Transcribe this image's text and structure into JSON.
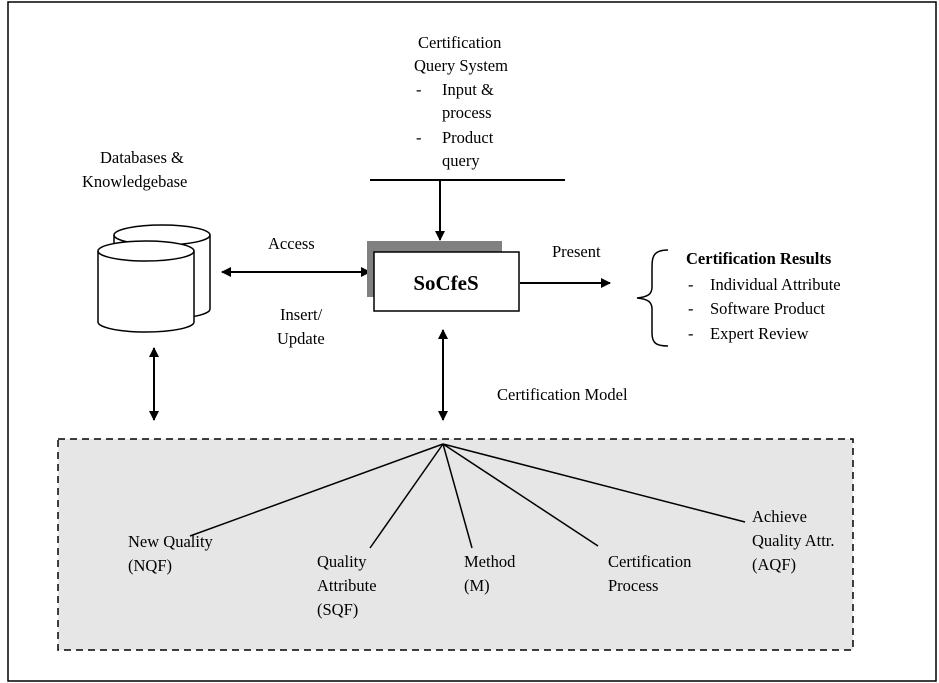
{
  "query_system": {
    "title_line1": "Certification",
    "title_line2": "Query System",
    "item1_line1": "Input &",
    "item1_line2": "process",
    "item2_line1": "Product",
    "item2_line2": "query",
    "bullet": "-"
  },
  "databases": {
    "label_line1": "Databases &",
    "label_line2": "Knowledgebase"
  },
  "edges": {
    "access": "Access",
    "insert_line1": "Insert/",
    "insert_line2": "Update",
    "present": "Present",
    "certification_model": "Certification Model"
  },
  "center": {
    "label": "SoCfeS"
  },
  "results": {
    "title": "Certification Results",
    "items": [
      "Individual Attribute",
      "Software Product",
      "Expert Review"
    ],
    "bullet": "-"
  },
  "model": {
    "nqf_line1": "New  Quality",
    "nqf_line2": "(NQF)",
    "sqf_line1": "Quality",
    "sqf_line2": "Attribute",
    "sqf_line3": "(SQF)",
    "m_line1": "Method",
    "m_line2": "(M)",
    "cp_line1": "Certification",
    "cp_line2": "Process",
    "aqf_line1": "Achieve",
    "aqf_line2": "Quality Attr.",
    "aqf_line3": "(AQF)"
  },
  "colors": {
    "model_fill": "#e6e6e6",
    "shadow": "#808080",
    "line": "#000000"
  }
}
